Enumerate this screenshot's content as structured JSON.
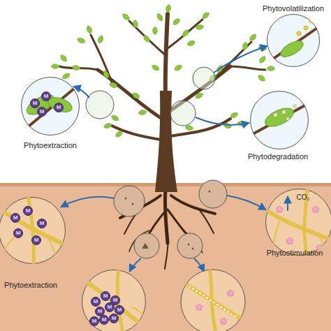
{
  "diagram": {
    "nodes": [
      {
        "text": [
          "Phytovolatilization"
        ]
      },
      {
        "text": [
          "M",
          "M",
          "M",
          "M",
          "Phytoextraction"
        ]
      },
      {
        "text": [
          "Phytodegradation"
        ]
      },
      {
        "text": [
          "M",
          "M",
          "M",
          "M",
          "M",
          "Phytoextraction"
        ]
      },
      {
        "text": [
          "CO₂",
          "Phytostimulation"
        ]
      },
      {
        "text": [
          "M",
          "M",
          "M",
          "M",
          "M",
          "M",
          "M",
          "M",
          "M"
        ]
      }
    ]
  }
}
